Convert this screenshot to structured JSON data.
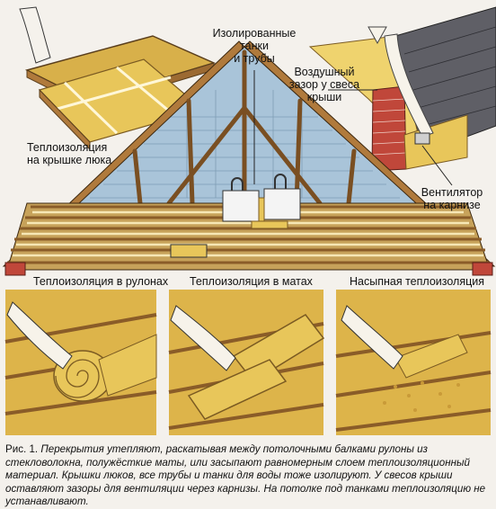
{
  "labels": {
    "hatch": [
      "Теплоизоляция",
      "на крышке люка"
    ],
    "tanks": [
      "Изолированные",
      "танки",
      "и трубы"
    ],
    "airgap": [
      "Воздушный",
      "зазор у свеса",
      "крыши"
    ],
    "vent": [
      "Вентилятор",
      "на карнизе"
    ]
  },
  "sections": {
    "rolls": "Теплоизоляция в рулонах",
    "mats": "Теплоизоляция в матах",
    "loose": "Насыпная теплоизоляция"
  },
  "caption": {
    "fig": "Рис. 1.",
    "text": "Перекрытия утепляют, раскатывая между потолочными балками рулоны из стекловолокна, полужёсткие маты, или засыпают равномерным слоем теплоизоляционный материал. Крышки люков, все трубы и танки для воды тоже изолируют. У свесов крыши оставляют зазоры для вентиляции через карнизы. На потолке под танками теплоизоляцию не устанавливают."
  },
  "colors": {
    "insulation": "#e8c65a",
    "wood": "#b07a3c",
    "brick": "#c0473a",
    "wall": "#a9c4d9",
    "roof": "#5f5f66"
  }
}
